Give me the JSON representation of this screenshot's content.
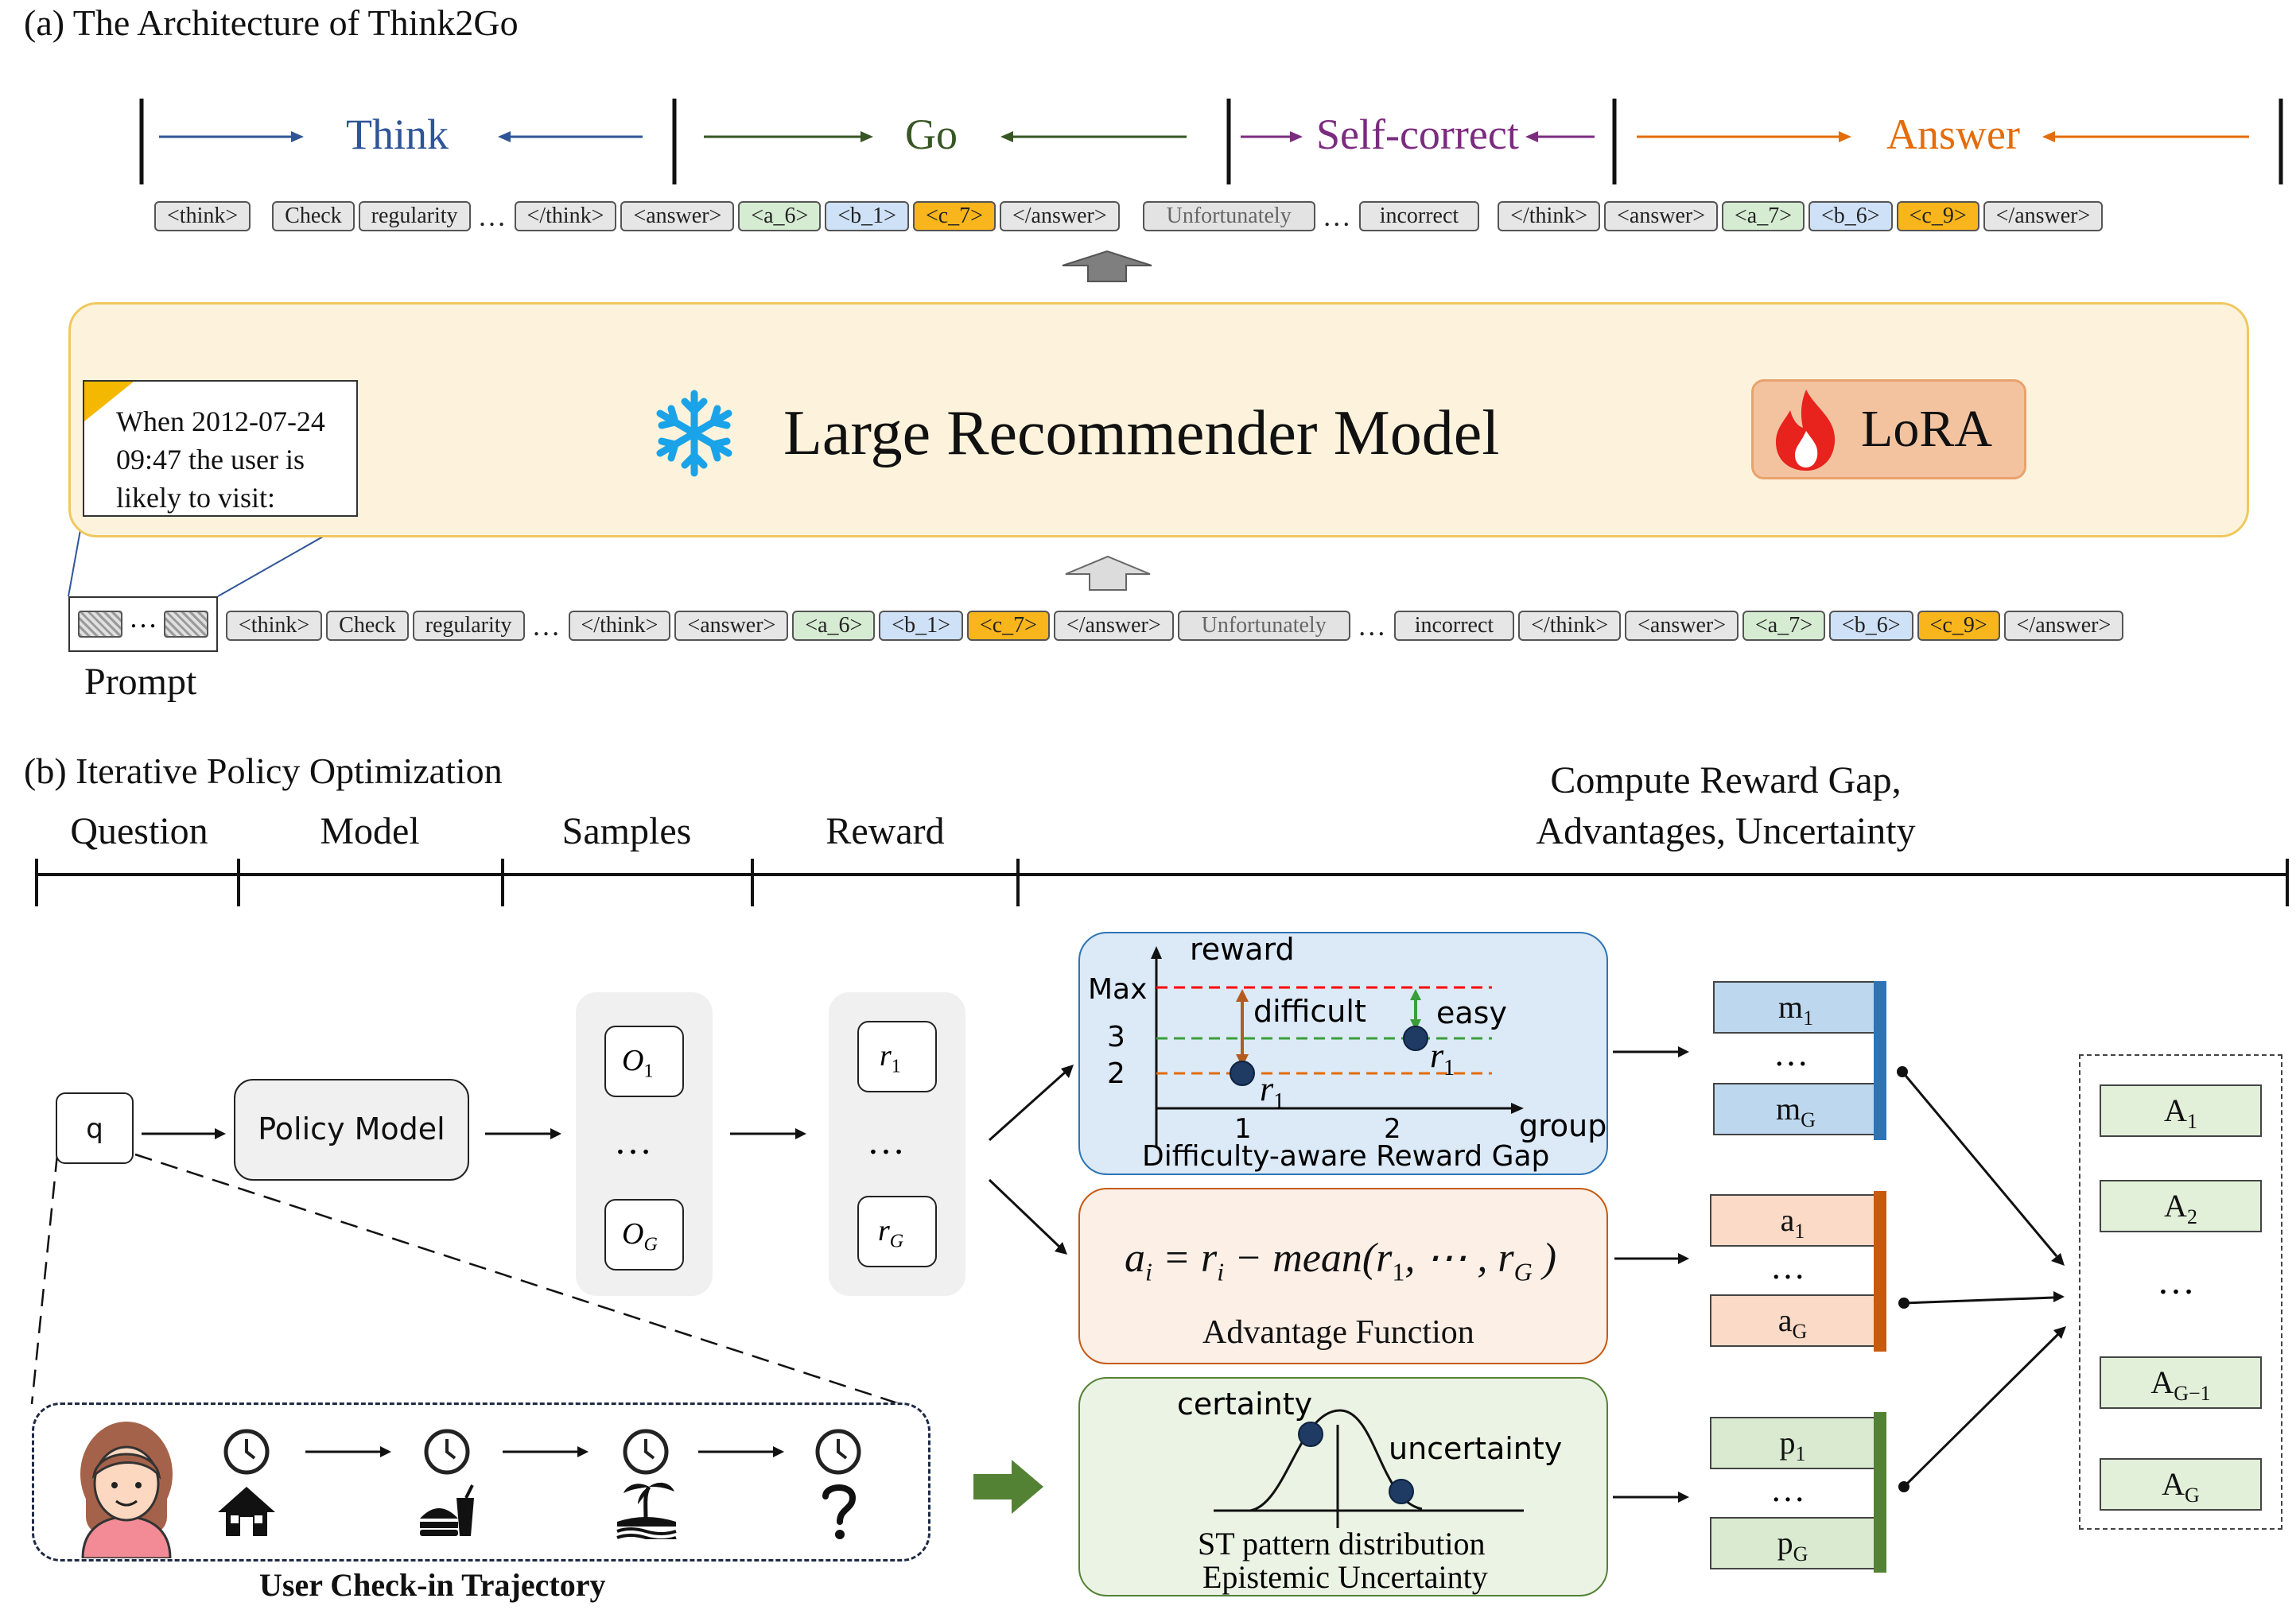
{
  "part_a": {
    "title": "(a) The Architecture of Think2Go",
    "phases": [
      {
        "label": "Think",
        "color": "#2f5597"
      },
      {
        "label": "Go",
        "color": "#375623"
      },
      {
        "label": "Self-correct",
        "color": "#7b2c7f"
      },
      {
        "label": "Answer",
        "color": "#e46c0a"
      }
    ],
    "output_tokens": {
      "think_open": "<think>",
      "check": "Check",
      "regularity": "regularity",
      "ellipsis": "…",
      "think_close": "</think>",
      "answer_open": "<answer>",
      "a6": "<a_6>",
      "b1": "<b_1>",
      "c7": "<c_7>",
      "answer_close": "</answer>",
      "unfortunately": "Unfortunately",
      "incorrect": "incorrect",
      "a7": "<a_7>",
      "b6": "<b_6>",
      "c9": "<c_9>"
    },
    "model": {
      "title": "Large Recommender Model",
      "adapter_label": "LoRA",
      "prompt_text": "When 2012-07-24 09:47 the user is likely to visit:",
      "snowflake_icon": "snowflake-icon",
      "fire_icon": "fire-icon"
    },
    "prompt_label": "Prompt"
  },
  "part_b": {
    "title": "(b) Iterative Policy Optimization",
    "stages": [
      "Question",
      "Model",
      "Samples",
      "Reward"
    ],
    "compute_header_line1": "Compute Reward Gap,",
    "compute_header_line2": "Advantages, Uncertainty",
    "question_token": "q",
    "policy_model": "Policy Model",
    "ellipsis": "…",
    "vdots": "⋮",
    "trajectory_label": "User Check-in Trajectory",
    "reward_gap": {
      "y_axis_label": "reward",
      "x_axis_label": "group",
      "levels": [
        "Max",
        "3",
        "2"
      ],
      "x_ticks": [
        "1",
        "2"
      ],
      "difficult": "difficult",
      "easy": "easy",
      "caption": "Difficulty-aware Reward Gap"
    },
    "advantage": {
      "caption": "Advantage Function"
    },
    "uncertainty": {
      "certainty": "certainty",
      "uncertainty": "uncertainty",
      "caption1": "ST pattern distribution",
      "caption2": "Epistemic Uncertainty"
    },
    "colors": {
      "blue_panel": "#dce9f6",
      "orange_panel": "#fcefe6",
      "green_panel": "#ebf3e4",
      "blue_bar": "#2e74b5",
      "orange_bar": "#c55a11",
      "green_bar": "#548235"
    }
  }
}
